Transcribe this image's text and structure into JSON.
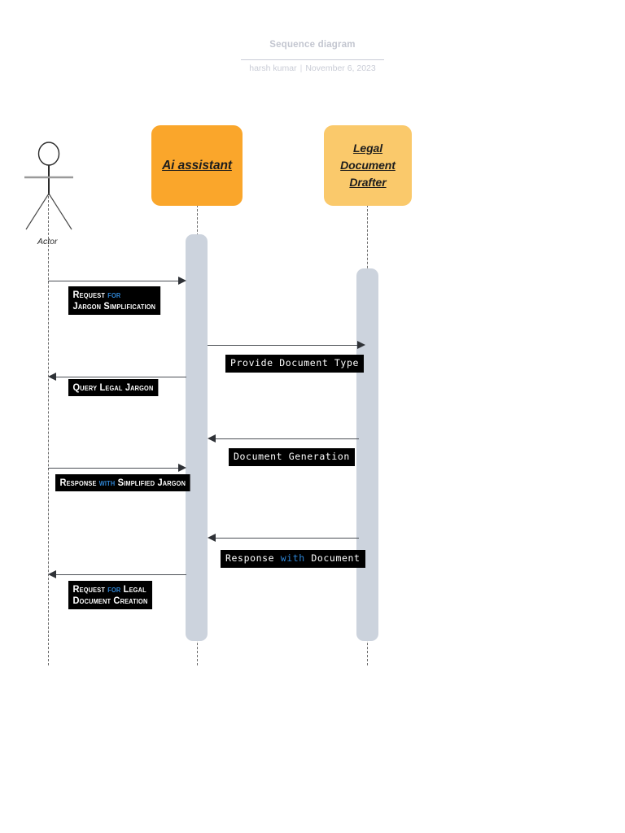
{
  "header": {
    "title": "Sequence diagram",
    "author": "harsh kumar",
    "separator": "|",
    "date": "November 6, 2023"
  },
  "diagram": {
    "type": "sequence-diagram",
    "colors": {
      "participant_primary": "#FAA62B",
      "participant_secondary": "#FAC96B",
      "activation_bar": "#CCD3DD",
      "label_background": "#000000",
      "label_text": "#FFFFFF",
      "label_accent": "#2F86D6",
      "lifeline": "#6B6B6B",
      "arrow": "#4B4F55",
      "header_text": "#C9CCD6"
    },
    "participants": [
      {
        "id": "actor",
        "label": "Actor",
        "kind": "stick-figure"
      },
      {
        "id": "ai-assistant",
        "label": "Ai assistant",
        "kind": "box"
      },
      {
        "id": "legal-document-drafter",
        "label_lines": [
          "Legal",
          "Document",
          "Drafter"
        ],
        "kind": "box"
      }
    ],
    "messages": [
      {
        "index": 1,
        "from": "actor",
        "to": "ai-assistant",
        "direction": "right",
        "style": "small-caps",
        "lines": [
          [
            {
              "text": "Request ",
              "accent": false
            },
            {
              "text": "for",
              "accent": true
            }
          ],
          [
            {
              "text": "Jargon Simplification",
              "accent": false
            }
          ]
        ],
        "plain_text": "Request for Jargon Simplification"
      },
      {
        "index": 2,
        "from": "ai-assistant",
        "to": "legal-document-drafter",
        "direction": "right",
        "style": "monospace",
        "lines": [
          [
            {
              "text": "Provide Document Type",
              "accent": false
            }
          ]
        ],
        "plain_text": "Provide Document Type"
      },
      {
        "index": 3,
        "from": "ai-assistant",
        "to": "actor",
        "direction": "left",
        "style": "small-caps",
        "lines": [
          [
            {
              "text": "Query Legal Jargon",
              "accent": false
            }
          ]
        ],
        "plain_text": "Query Legal Jargon"
      },
      {
        "index": 4,
        "from": "legal-document-drafter",
        "to": "ai-assistant",
        "direction": "left",
        "style": "monospace",
        "lines": [
          [
            {
              "text": "Document Generation",
              "accent": false
            }
          ]
        ],
        "plain_text": "Document Generation"
      },
      {
        "index": 5,
        "from": "actor",
        "to": "ai-assistant",
        "direction": "right",
        "style": "small-caps",
        "lines": [
          [
            {
              "text": "Response ",
              "accent": false
            },
            {
              "text": "with",
              "accent": true
            },
            {
              "text": " Simplified Jargon",
              "accent": false
            }
          ]
        ],
        "plain_text": "Response with Simplified Jargon"
      },
      {
        "index": 6,
        "from": "legal-document-drafter",
        "to": "ai-assistant",
        "direction": "left",
        "style": "monospace",
        "lines": [
          [
            {
              "text": "Response ",
              "accent": false
            },
            {
              "text": "with",
              "accent": true
            },
            {
              "text": " Document",
              "accent": false
            }
          ]
        ],
        "plain_text": "Response with Document"
      },
      {
        "index": 7,
        "from": "ai-assistant",
        "to": "actor",
        "direction": "left",
        "style": "small-caps",
        "lines": [
          [
            {
              "text": "Request ",
              "accent": false
            },
            {
              "text": "for",
              "accent": true
            },
            {
              "text": " Legal",
              "accent": false
            }
          ],
          [
            {
              "text": "Document Creation",
              "accent": false
            }
          ]
        ],
        "plain_text": "Request for Legal Document Creation"
      }
    ]
  }
}
